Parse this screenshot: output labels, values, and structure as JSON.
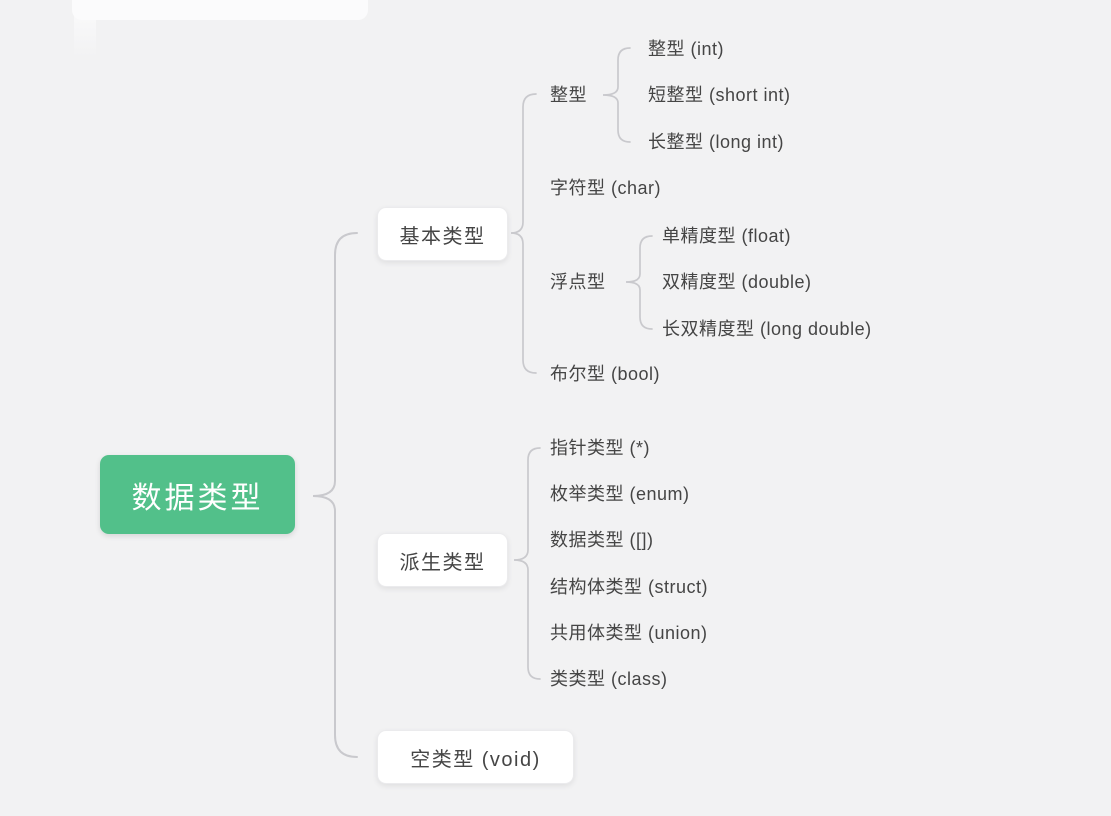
{
  "colors": {
    "background": "#f2f2f3",
    "root_bg": "#52c08a",
    "root_text": "#ffffff",
    "node_text": "#454545",
    "branch_line": "#c9c9cd",
    "box_bg": "#ffffff",
    "box_border": "#ebebed"
  },
  "mindmap": {
    "root": {
      "label": "数据类型"
    },
    "branches": [
      {
        "label": "基本类型",
        "children": [
          {
            "label": "整型",
            "children": [
              {
                "label": "整型 (int)"
              },
              {
                "label": "短整型 (short int)"
              },
              {
                "label": "长整型 (long int)"
              }
            ]
          },
          {
            "label": "字符型 (char)"
          },
          {
            "label": "浮点型",
            "children": [
              {
                "label": "单精度型 (float)"
              },
              {
                "label": "双精度型 (double)"
              },
              {
                "label": "长双精度型 (long double)"
              }
            ]
          },
          {
            "label": "布尔型 (bool)"
          }
        ]
      },
      {
        "label": "派生类型",
        "children": [
          {
            "label": "指针类型 (*)"
          },
          {
            "label": "枚举类型 (enum)"
          },
          {
            "label": "数据类型 ([])"
          },
          {
            "label": "结构体类型 (struct)"
          },
          {
            "label": "共用体类型 (union)"
          },
          {
            "label": "类类型 (class)"
          }
        ]
      },
      {
        "label": "空类型 (void)"
      }
    ]
  }
}
